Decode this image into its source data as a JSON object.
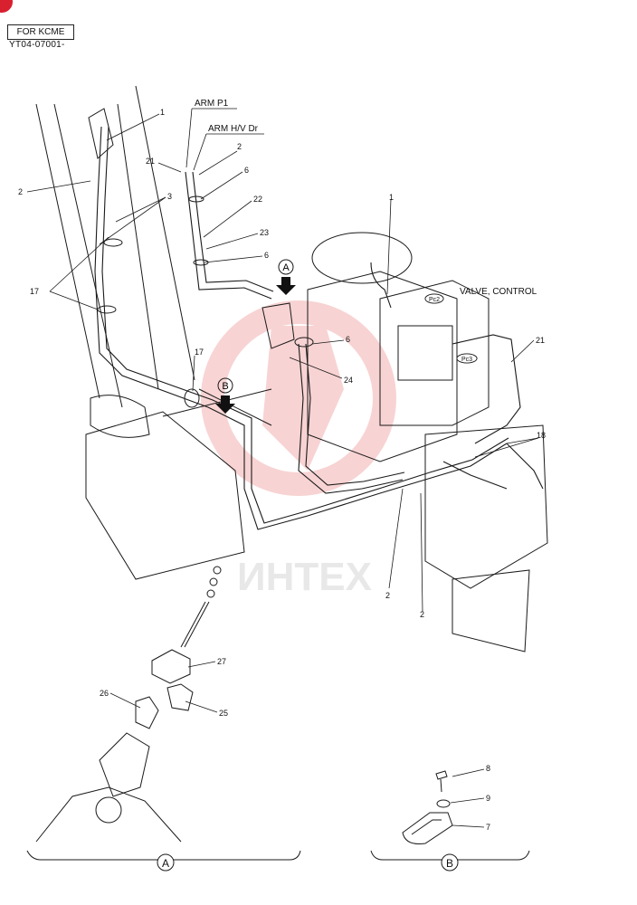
{
  "header": {
    "model_box": "FOR KCME",
    "serial": "YT04-07001-"
  },
  "labels": {
    "arm_p1": "ARM P1",
    "arm_hv_dr": "ARM H/V Dr",
    "valve_control": "VALVE, CONTROL",
    "pc2": "Pc2",
    "pc3": "Pc3"
  },
  "callouts": [
    "1",
    "2",
    "3",
    "17",
    "21",
    "2",
    "6",
    "22",
    "23",
    "6",
    "1",
    "6",
    "24",
    "17",
    "21",
    "18",
    "2",
    "2",
    "27",
    "26",
    "25",
    "8",
    "9",
    "7"
  ],
  "views": [
    "A",
    "B"
  ],
  "arrows": [
    "A",
    "B"
  ],
  "watermark": "ИНТЕХ",
  "colors": {
    "line": "#1a1a1a",
    "watermark": "#e23a3a",
    "accent": "#d8202f"
  }
}
